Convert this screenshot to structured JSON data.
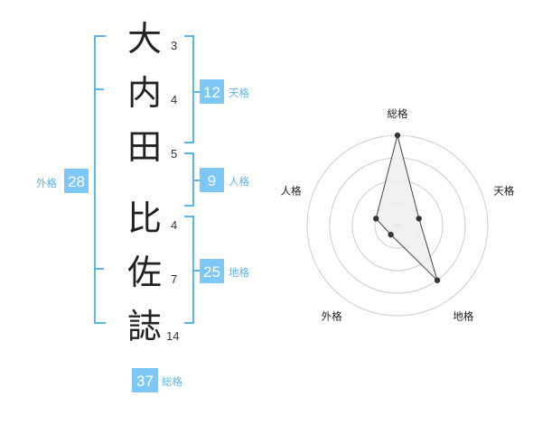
{
  "name_chars": [
    {
      "char": "大",
      "strokes": "3"
    },
    {
      "char": "内",
      "strokes": "4"
    },
    {
      "char": "田",
      "strokes": "5"
    },
    {
      "char": "比",
      "strokes": "4"
    },
    {
      "char": "佐",
      "strokes": "7"
    },
    {
      "char": "誌",
      "strokes": "14"
    }
  ],
  "kaku": {
    "tenkaku": {
      "label": "天格",
      "value": "12"
    },
    "jinkaku": {
      "label": "人格",
      "value": "9"
    },
    "chikaku": {
      "label": "地格",
      "value": "25"
    },
    "gaikaku": {
      "label": "外格",
      "value": "28"
    },
    "soukaku": {
      "label": "総格",
      "value": "37"
    }
  },
  "colors": {
    "accent": "#5ab6ef",
    "badge_bg": "#7cc7f5",
    "text": "#222222",
    "radar_fill": "#eeeeee",
    "radar_line": "#444444",
    "grid": "#cccccc"
  },
  "chart_data": {
    "type": "radar",
    "axes": [
      "総格",
      "天格",
      "地格",
      "外格",
      "人格"
    ],
    "values": [
      4,
      1,
      3,
      0.5,
      1
    ],
    "max": 4,
    "rings": 4
  }
}
